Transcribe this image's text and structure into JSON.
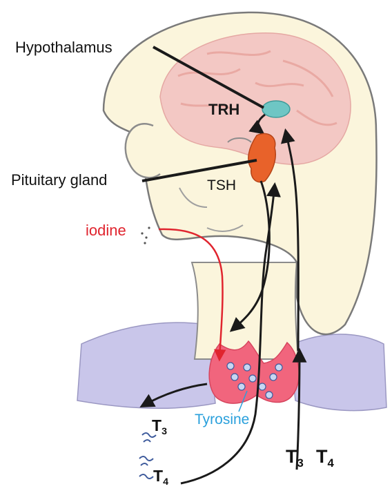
{
  "labels": {
    "hypothalamus": "Hypothalamus",
    "pituitary": "Pituitary gland",
    "trh": "TRH",
    "tsh": "TSH",
    "iodine": "iodine",
    "tyrosine": "Tyrosine",
    "t_letter": "T",
    "sub3": "3",
    "sub4": "4"
  },
  "colors": {
    "brain": "#f3c8c4",
    "hypothalamus": "#6ec6c4",
    "pituitary": "#e8622a",
    "thyroid": "#f1657d",
    "shoulder": "#c9c6ea",
    "iodine": "#e0242e",
    "tyrosine": "#2aa0dc",
    "skin": "#fbf5dc"
  }
}
